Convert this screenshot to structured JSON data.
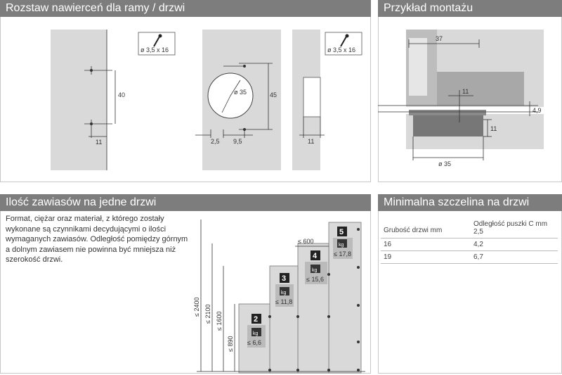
{
  "panels": {
    "spacing": {
      "title": "Rozstaw nawierceń dla ramy / drzwi"
    },
    "mounting": {
      "title": "Przykład montażu"
    },
    "count": {
      "title": "Ilość zawiasów na jedne drzwi"
    },
    "gap": {
      "title": "Minimalna szczelina na drzwi"
    }
  },
  "spacing_diagram": {
    "screw_label_1": "ø 3,5 x 16",
    "screw_label_2": "ø 3,5 x 16",
    "dim_40": "40",
    "dim_11a": "11",
    "dim_35": "ø 35",
    "dim_45": "45",
    "dim_25": "2,5",
    "dim_95": "9,5",
    "dim_11b": "11"
  },
  "mounting_diagram": {
    "dim_37": "37",
    "dim_11a": "11",
    "dim_49": "4,9",
    "dim_11b": "11",
    "dim_35": "ø 35"
  },
  "count": {
    "description": "Format, ciężar oraz materiał, z którego zostały wykonane są czynnikami decydującymi o ilości wymaganych zawiasów. Odległość pomiędzy górnym a dolnym zawiasem nie powinna być mniejsza niż szerokość drzwi.",
    "width_label": "≤ 600",
    "heights": [
      "≤ 2400",
      "≤ 2100",
      "≤ 1600",
      "≤ 890"
    ],
    "steps": [
      {
        "num": "2",
        "weight": "≤ 6,6"
      },
      {
        "num": "3",
        "weight": "≤ 11,8"
      },
      {
        "num": "4",
        "weight": "≤ 15,6"
      },
      {
        "num": "5",
        "weight": "≤ 17,8"
      }
    ],
    "kg_label": "kg"
  },
  "gap_table": {
    "col1": "Grubość drzwi mm",
    "col2": "Odległość puszki C mm",
    "col2_sub": "2,5",
    "rows": [
      {
        "thickness": "16",
        "gap": "4,2"
      },
      {
        "thickness": "19",
        "gap": "6,7"
      }
    ]
  },
  "colors": {
    "header": "#7d7d7d",
    "panel_fill": "#d9d9d9",
    "dark": "#222222"
  }
}
